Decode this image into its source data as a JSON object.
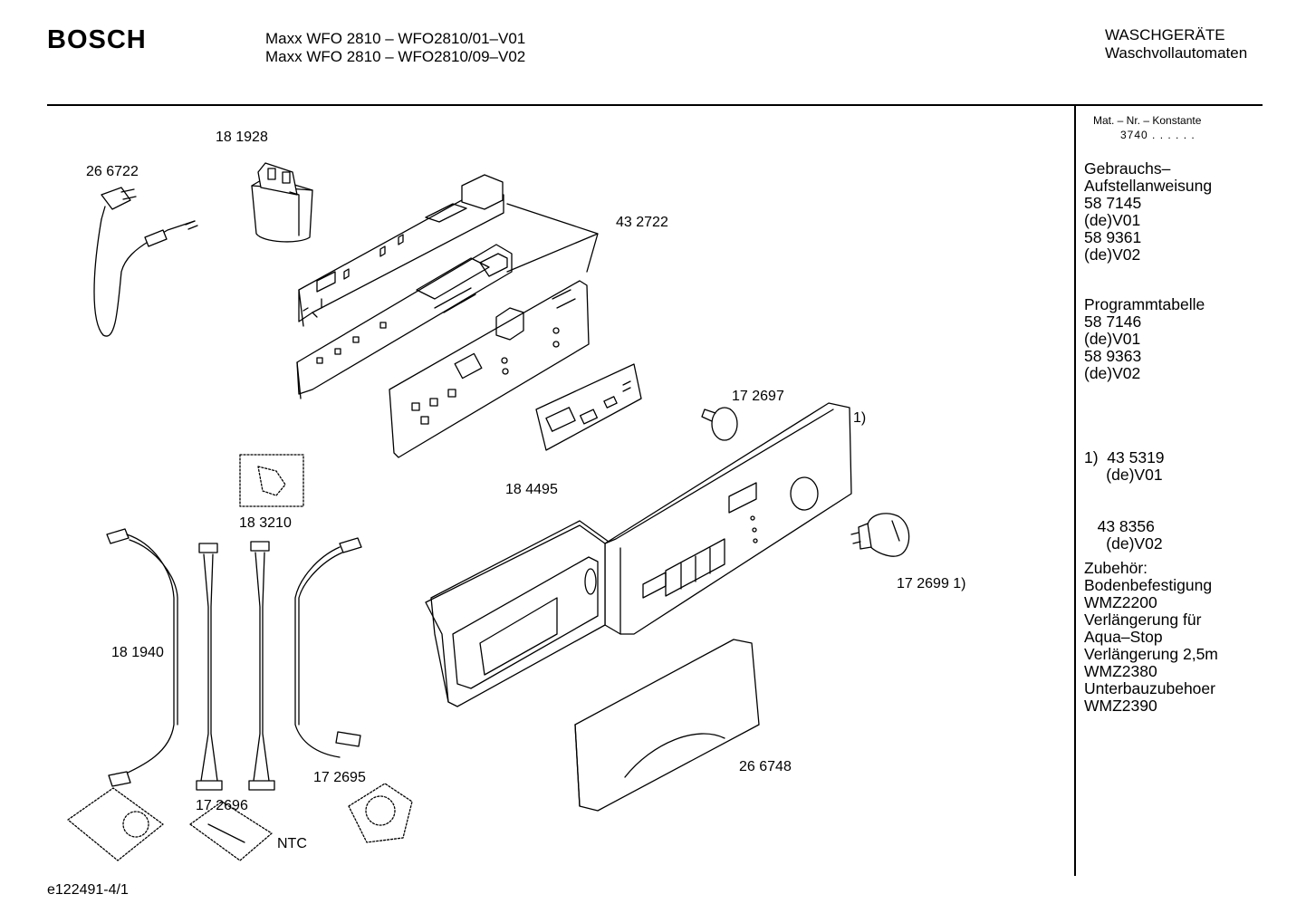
{
  "header": {
    "brand": "BOSCH",
    "model_line_1": "Maxx WFO 2810 – WFO2810/01–V01",
    "model_line_2": "Maxx WFO 2810 – WFO2810/09–V02",
    "category_line_1": "WASCHGERÄTE",
    "category_line_2": "Waschvollautomaten"
  },
  "sidebar": {
    "mat_title": "Mat. – Nr. – Konstante",
    "mat_value": "3740  .  .    .  .  .  .",
    "block1": [
      "Gebrauchs–",
      "Aufstellanweisung",
      "58 7145",
      "(de)V01",
      "58 9361",
      "(de)V02"
    ],
    "block2": [
      "Programmtabelle",
      "58 7146",
      "(de)V01",
      "58 9363",
      "(de)V02"
    ],
    "block3": [
      "1)  43 5319",
      "     (de)V01",
      "   43 8356",
      "     (de)V02"
    ],
    "block4": [
      "Zubehör:",
      "Bodenbefestigung",
      "WMZ2200",
      "Verlängerung für",
      "Aqua–Stop",
      "Verlängerung 2,5m",
      "WMZ2380",
      "Unterbauzubehoer",
      "WMZ2390"
    ]
  },
  "parts": {
    "p266722": "26 6722",
    "p181928": "18 1928",
    "p432722": "43 2722",
    "p184495": "18 4495",
    "p172697": "17 2697",
    "note1": "1)",
    "p183210": "18 3210",
    "p172699": "17 2699 1)",
    "p181940": "18 1940",
    "p172695": "17 2695",
    "p172696": "17 2696",
    "ntc": "NTC",
    "p266748": "26 6748"
  },
  "footer": {
    "drawing_id": "e122491-4/1"
  }
}
